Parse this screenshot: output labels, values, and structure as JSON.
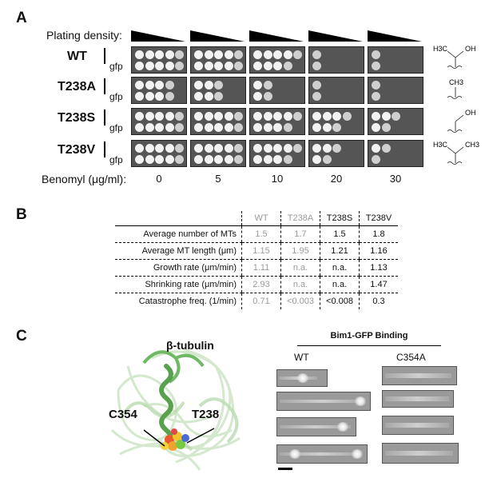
{
  "panel_a": {
    "letter": "A",
    "plating_label": "Plating density:",
    "benomyl_label": "Benomyl (μg/ml):",
    "concentrations": [
      "0",
      "5",
      "10",
      "20",
      "30"
    ],
    "strains": [
      {
        "name": "WT",
        "sub": "gfp",
        "growth": [
          5,
          5,
          5,
          1,
          1
        ],
        "growth_gfp": [
          5,
          5,
          4,
          1,
          1
        ]
      },
      {
        "name": "T238A",
        "sub": "gfp",
        "growth": [
          4,
          3,
          2,
          1,
          1
        ],
        "growth_gfp": [
          4,
          3,
          2,
          1,
          1
        ]
      },
      {
        "name": "T238S",
        "sub": "gfp",
        "growth": [
          5,
          5,
          5,
          4,
          3
        ],
        "growth_gfp": [
          5,
          5,
          4,
          3,
          2
        ]
      },
      {
        "name": "T238V",
        "sub": "gfp",
        "growth": [
          5,
          5,
          5,
          3,
          2
        ],
        "growth_gfp": [
          5,
          5,
          4,
          2,
          1
        ]
      }
    ],
    "structures": [
      {
        "labels": [
          "H3C",
          "OH"
        ]
      },
      {
        "labels": [
          "CH3"
        ]
      },
      {
        "labels": [
          "OH"
        ]
      },
      {
        "labels": [
          "H3C",
          "CH3"
        ]
      }
    ]
  },
  "panel_b": {
    "letter": "B",
    "columns": [
      "WT",
      "T238A",
      "T238S",
      "T238V"
    ],
    "rows": [
      {
        "label": "Average number of MTs",
        "values": [
          "1.5",
          "1.7",
          "1.5",
          "1.8"
        ]
      },
      {
        "label": "Average MT length (μm)",
        "values": [
          "1.15",
          "1.95",
          "1.21",
          "1.16"
        ]
      },
      {
        "label": "Growth rate (μm/min)",
        "values": [
          "1.11",
          "n.a.",
          "n.a.",
          "1.13"
        ]
      },
      {
        "label": "Shrinking rate (μm/min)",
        "values": [
          "2.93",
          "n.a.",
          "n.a.",
          "1.47"
        ]
      },
      {
        "label": "Catastrophe freq. (1/min)",
        "values": [
          "0.71",
          "<0.003",
          "<0.008",
          "0.3"
        ]
      }
    ],
    "grey_color": "#9a9a9a"
  },
  "panel_c": {
    "letter": "C",
    "protein_label": "β-tubulin",
    "residue_1": "C354",
    "residue_2": "T238",
    "binding_title": "Bim1-GFP Binding",
    "col_wt": "WT",
    "col_mut": "C354A"
  }
}
